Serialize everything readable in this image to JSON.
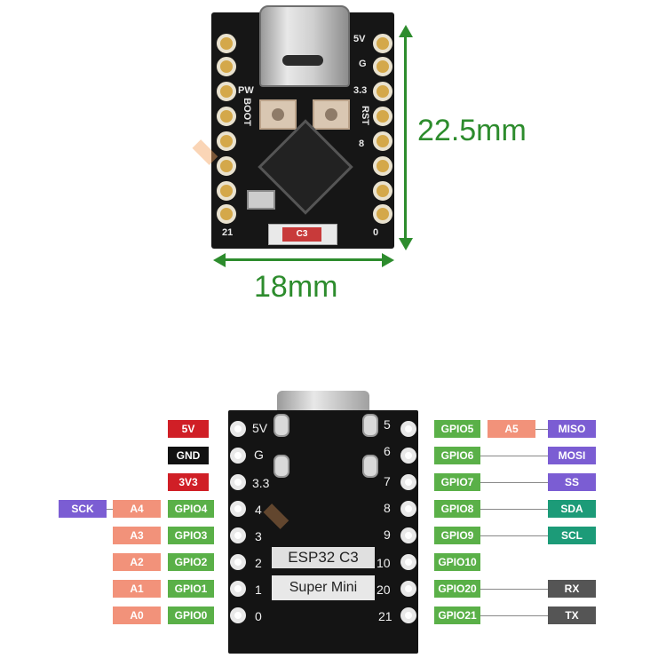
{
  "top_board": {
    "silk_left": [
      "PW",
      "BOOT"
    ],
    "silk_right": [
      "5V",
      "G",
      "3.3",
      "RST",
      "8"
    ],
    "silk_bottom_left": "21",
    "silk_bottom_right": "0",
    "antenna_label": "C3"
  },
  "dimensions": {
    "height": "22.5mm",
    "width": "18mm"
  },
  "bottom_board": {
    "chip_label": "ESP32  C3",
    "board_label": "Super Mini",
    "left_pin_numbers": [
      "5V",
      "G",
      "3.3",
      "4",
      "3",
      "2",
      "1",
      "0"
    ],
    "right_pin_numbers": [
      "5",
      "6",
      "7",
      "8",
      "9",
      "10",
      "20",
      "21"
    ]
  },
  "left_labels": {
    "power": [
      "5V",
      "GND",
      "3V3"
    ],
    "gpio": [
      "GPIO4",
      "GPIO3",
      "GPIO2",
      "GPIO1",
      "GPIO0"
    ],
    "analog": [
      "A4",
      "A3",
      "A2",
      "A1",
      "A0"
    ],
    "spi": "SCK"
  },
  "right_labels": {
    "gpio": [
      "GPIO5",
      "GPIO6",
      "GPIO7",
      "GPIO8",
      "GPIO9",
      "GPIO10",
      "GPIO20",
      "GPIO21"
    ],
    "analog": "A5",
    "spi": [
      "MISO",
      "MOSI",
      "SS"
    ],
    "i2c": [
      "SDA",
      "SCL"
    ],
    "uart": [
      "RX",
      "TX"
    ]
  },
  "colors": {
    "power": "#d01f26",
    "ground": "#111111",
    "gpio": "#5ab048",
    "analog": "#f2927a",
    "spi": "#7b5dd3",
    "i2c_uart": "#1c9b78",
    "dimension": "#2d8c2d"
  }
}
